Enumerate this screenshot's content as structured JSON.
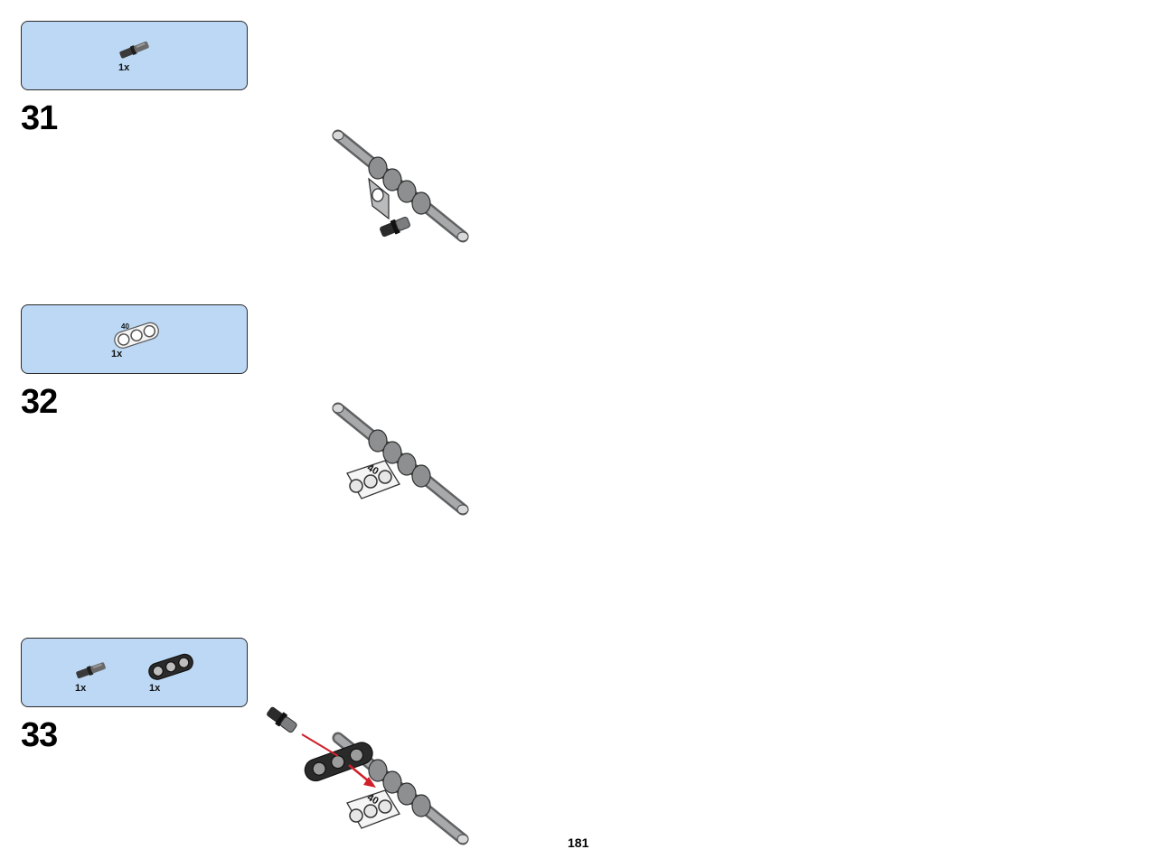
{
  "steps": [
    {
      "number": "31",
      "parts": [
        {
          "icon": "connector-pin-icon",
          "qty": "1x"
        }
      ]
    },
    {
      "number": "32",
      "parts": [
        {
          "icon": "white-beam-3-icon",
          "qty": "1x",
          "print": "40"
        }
      ]
    },
    {
      "number": "33",
      "parts": [
        {
          "icon": "connector-pin-icon",
          "qty": "1x"
        },
        {
          "icon": "black-beam-3-icon",
          "qty": "1x"
        }
      ]
    }
  ],
  "model_print": "40",
  "page_number": "181",
  "colors": {
    "parts_box_bg": "#bcd8f4",
    "axle_gray": "#8a8c8e",
    "arrow_red": "#d0202a"
  }
}
